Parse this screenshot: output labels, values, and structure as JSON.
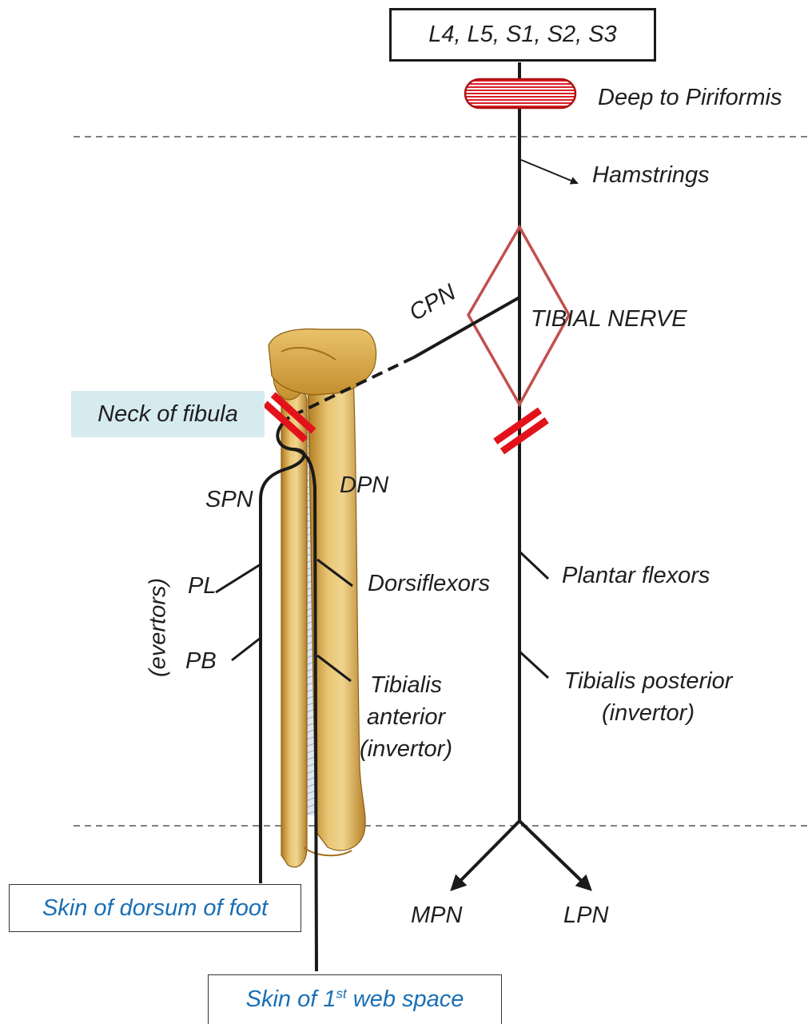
{
  "roots": "L4, L5, S1, S2, S3",
  "piriformis_label": "Deep to Piriformis",
  "hamstrings_label": "Hamstrings",
  "cpn_label": "CPN",
  "tibial_label": "TIBIAL NERVE",
  "neck_label": "Neck of fibula",
  "spn_label": "SPN",
  "dpn_label": "DPN",
  "evertors_label": "(evertors)",
  "pl_label": "PL",
  "pb_label": "PB",
  "dorsiflexors_label": "Dorsiflexors",
  "tibialis_anterior_line1": "Tibialis",
  "tibialis_anterior_line2": "anterior",
  "tibialis_anterior_line3": "(invertor)",
  "plantar_flexors_label": "Plantar flexors",
  "tibialis_posterior_line1": "Tibialis posterior",
  "tibialis_posterior_line2": "(invertor)",
  "mpn_label": "MPN",
  "lpn_label": "LPN",
  "dorsum_label": "Skin of dorsum of foot",
  "web_prefix": "Skin of 1",
  "web_sup": "st",
  "web_suffix": " web space",
  "colors": {
    "nerve": "#1a1a1a",
    "lesion": "#e3121a",
    "popliteal_fossa": "#c0504d",
    "blue_text": "#1a6fb5",
    "neck_highlight": "#d6ebef",
    "bone": "#d6a84a"
  }
}
